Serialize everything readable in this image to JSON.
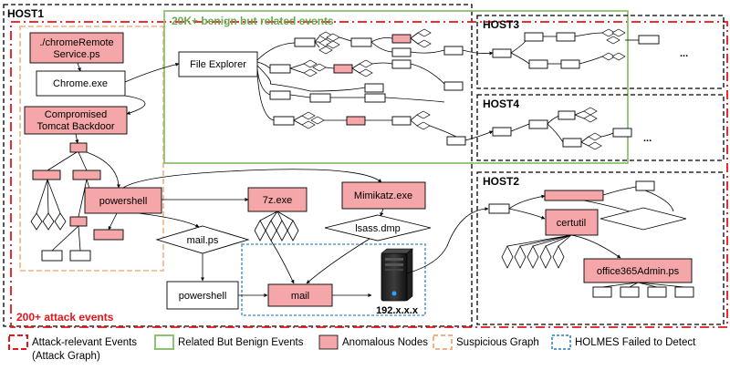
{
  "hosts": {
    "host1": "HOST1",
    "host2": "HOST2",
    "host3": "HOST3",
    "host4": "HOST4"
  },
  "regions": {
    "benign_title": "20K+ benign but related events",
    "attack_title": "200+ attack events"
  },
  "nodes": {
    "chrome_remote": "./chromeRemote",
    "chrome_remote_2": "Service.ps",
    "chrome_exe": "Chrome.exe",
    "tomcat_1": "Compromised",
    "tomcat_2": "Tomcat Backdoor",
    "file_explorer": "File Explorer",
    "powershell": "powershell",
    "sevenz": "7z.exe",
    "mimikatz": "Mimikatz.exe",
    "mail_ps": "mail.ps",
    "lsass": "lsass.dmp",
    "powershell2": "powershell",
    "mail": "mail",
    "server_ip": "192.x.x.x",
    "certutil": "certutil",
    "office": "office365Admin.ps",
    "ellipsis3": "...",
    "ellipsis4": "..."
  },
  "legend": {
    "attack_1": "Attack-relevant Events",
    "attack_2": "(Attack Graph)",
    "benign": "Related But Benign Events",
    "anomalous": "Anomalous Nodes",
    "suspicious": "Suspicious Graph",
    "holmes": "HOLMES Failed to Detect"
  },
  "colors": {
    "attack_red": "#e8141a",
    "benign_green": "#8dc26f",
    "anomalous_pink": "#f4a6a8",
    "suspicious_orange": "#f0b184",
    "holmes_blue": "#5a9bd5"
  }
}
